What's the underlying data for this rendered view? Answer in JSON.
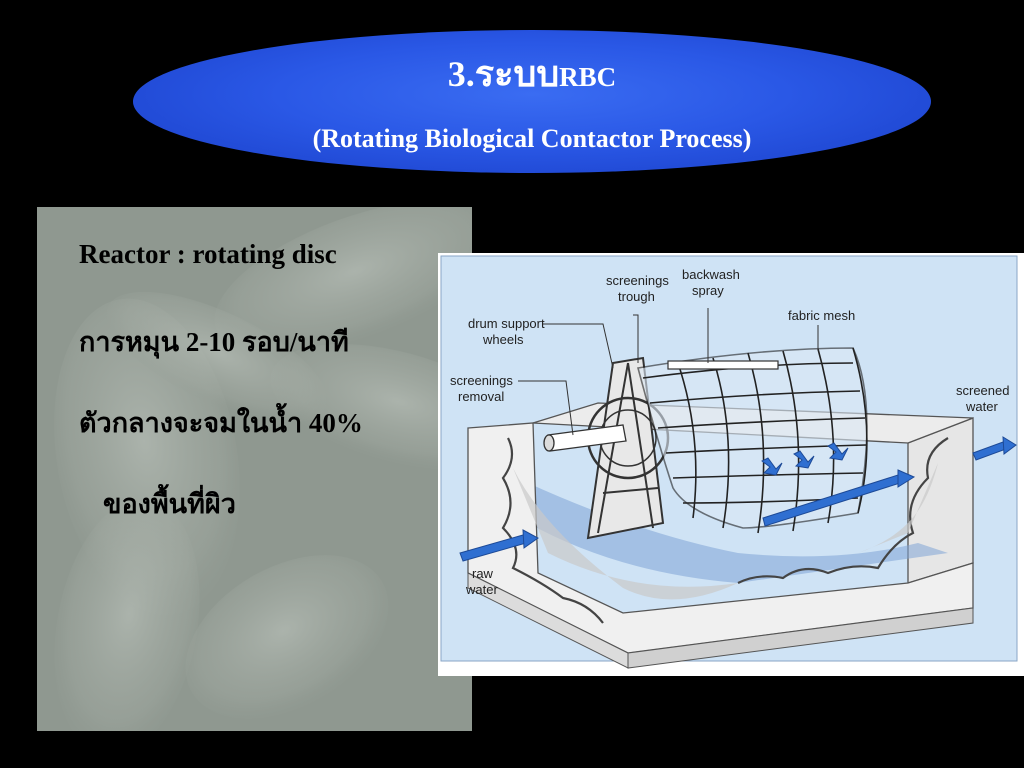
{
  "title": {
    "main": "3.ระบบ",
    "main_suffix": "RBC",
    "subtitle": "(Rotating Biological Contactor Process)"
  },
  "bullets": [
    "Reactor : rotating disc",
    "การหมุน 2-10 รอบ/นาที",
    "ตัวกลางจะจมในน้ำ 40%",
    "ของพื้นที่ผิว"
  ],
  "diagram": {
    "labels": {
      "screenings_trough_1": "screenings",
      "screenings_trough_2": "trough",
      "backwash_spray_1": "backwash",
      "backwash_spray_2": "spray",
      "fabric_mesh": "fabric mesh",
      "drum_support_1": "drum support",
      "drum_support_2": "wheels",
      "screenings_removal_1": "screenings",
      "screenings_removal_2": "removal",
      "screened_water_1": "screened",
      "screened_water_2": "water",
      "raw_water_1": "raw",
      "raw_water_2": "water"
    }
  },
  "colors": {
    "oval": "#2a58e6",
    "panel": "#8f9890",
    "diagram_bg": "#cfe3f5",
    "water": "#5f8fcc",
    "arrow": "#2f6fd1"
  }
}
